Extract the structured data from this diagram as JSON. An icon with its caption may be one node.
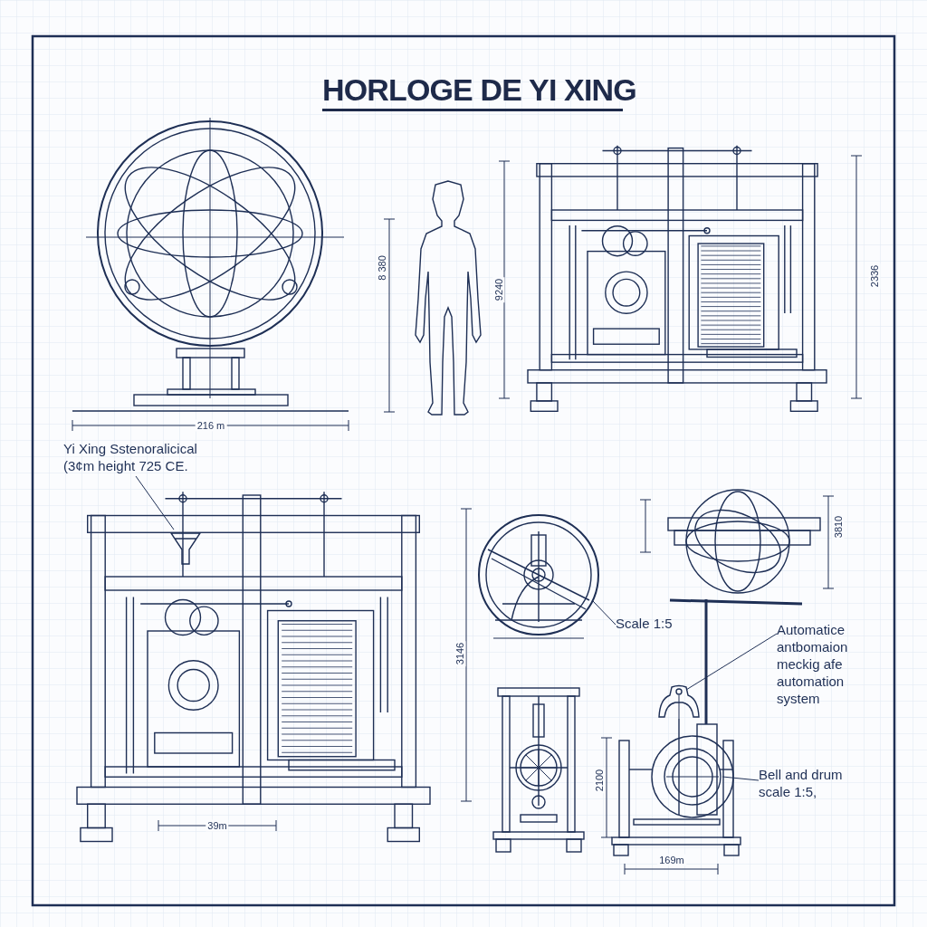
{
  "diagram": {
    "title": "HORLOGE DE YI XING",
    "nodes": [
      {
        "text": [
          "Yi Xing Sstenoralicical (3¢m height 725 CE."
        ]
      },
      {
        "text": [],
        "shape": "picture"
      },
      {
        "text": [
          "Scale 1:5"
        ]
      },
      {
        "text": [],
        "shape": "picture"
      },
      {
        "text": [
          "Automatice antbomaion meckig afe automation system"
        ]
      },
      {
        "text": [],
        "shape": "picture"
      },
      {
        "text": [
          "Bell and drum scale 1:5,"
        ]
      },
      {
        "text": [],
        "shape": "picture"
      }
    ],
    "edges": [
      {
        "from": 0,
        "to": 1,
        "arrow": "none"
      },
      {
        "from": 2,
        "to": 3,
        "arrow": "none"
      },
      {
        "from": 4,
        "to": 5,
        "arrow": "none"
      },
      {
        "from": 6,
        "to": 7,
        "arrow": "none"
      }
    ],
    "labels": [
      "8 380",
      "9240",
      "2336",
      "216 m",
      "3810",
      "3146",
      "2100",
      "39m",
      "169m"
    ]
  }
}
